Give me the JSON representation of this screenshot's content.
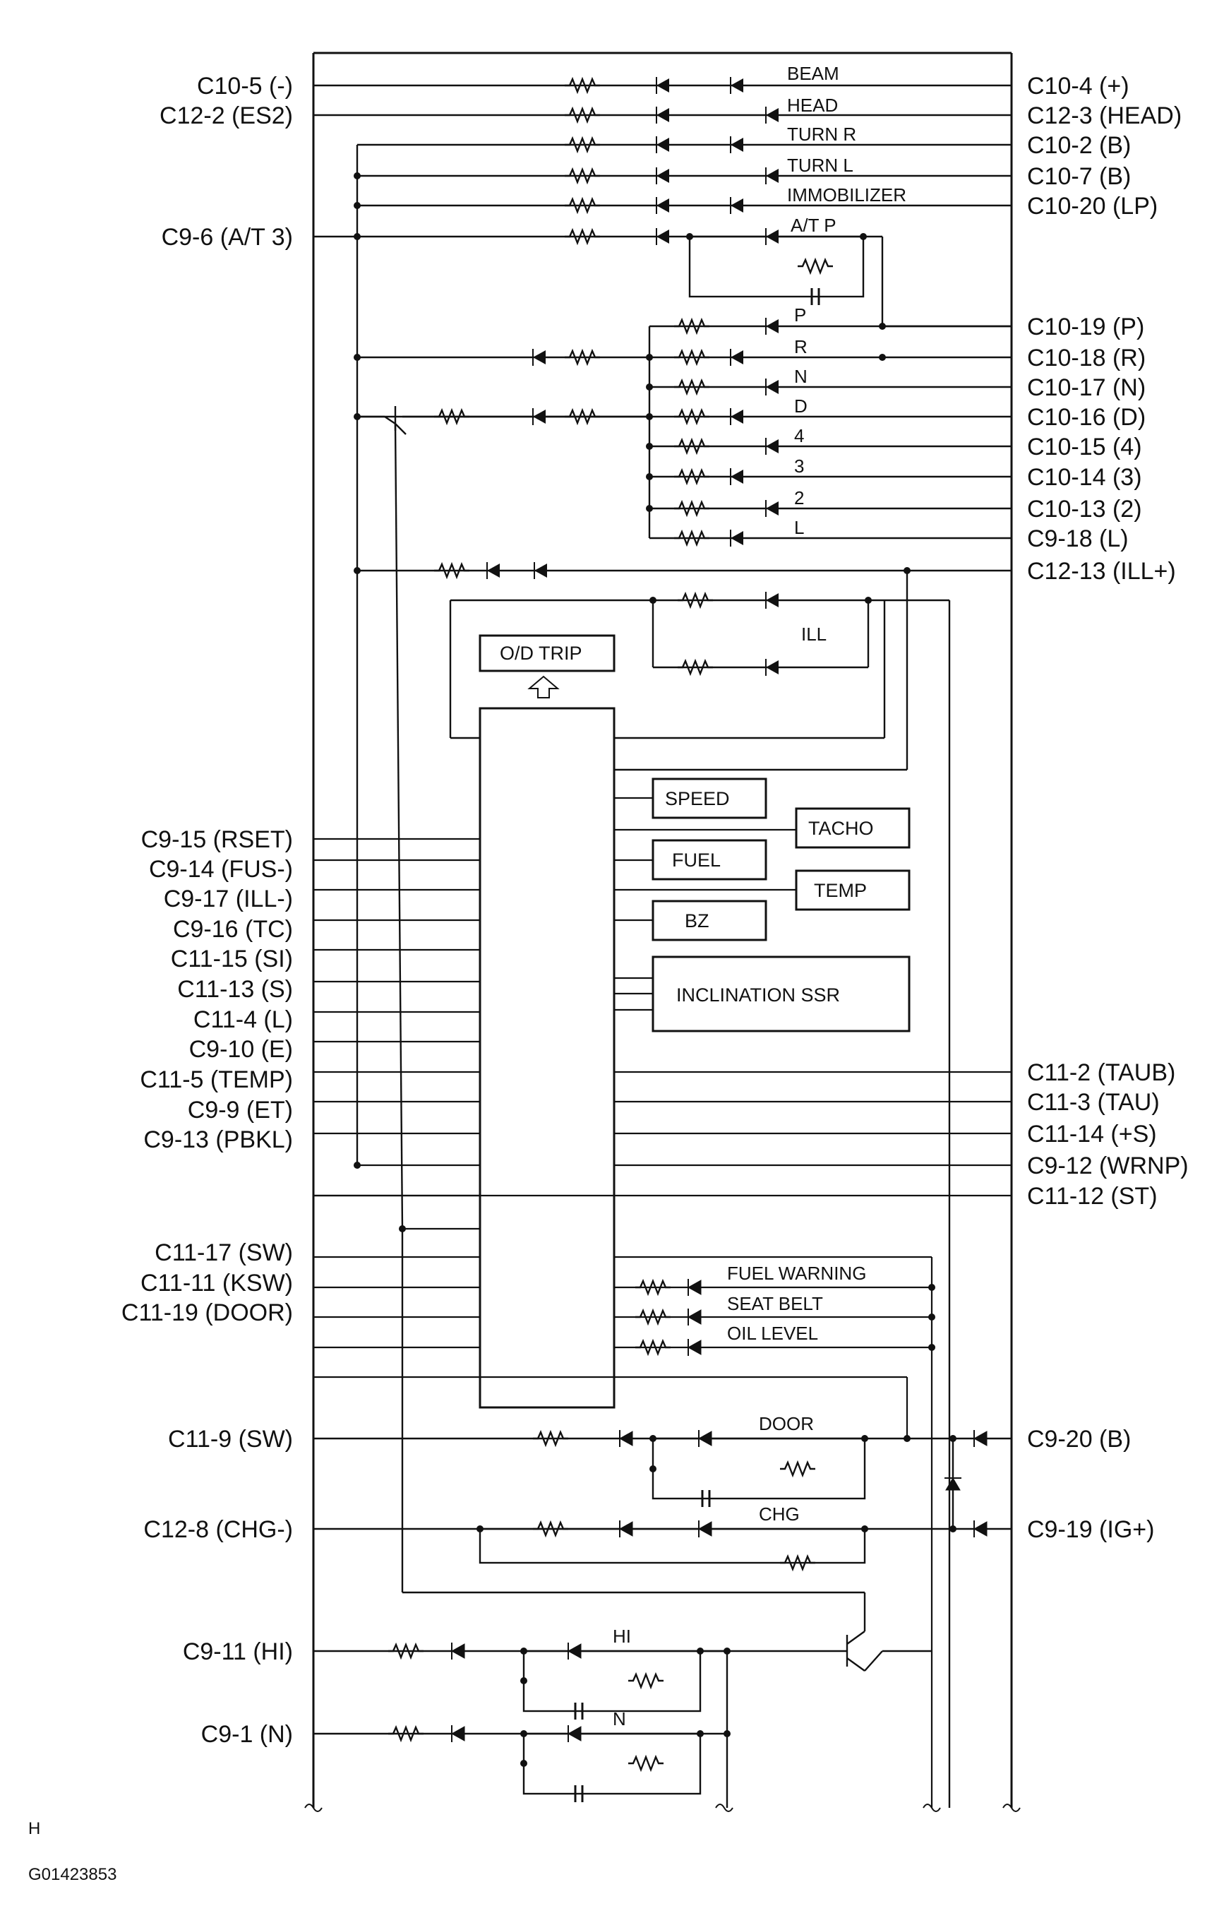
{
  "left_pins": {
    "c10_5": "C10-5 (-)",
    "c12_2": "C12-2 (ES2)",
    "c9_6": "C9-6 (A/T 3)",
    "c9_15": "C9-15 (RSET)",
    "c9_14": "C9-14 (FUS-)",
    "c9_17": "C9-17 (ILL-)",
    "c9_16": "C9-16 (TC)",
    "c11_15": "C11-15 (SI)",
    "c11_13": "C11-13 (S)",
    "c11_4": "C11-4 (L)",
    "c9_10": "C9-10 (E)",
    "c11_5": "C11-5 (TEMP)",
    "c9_9": "C9-9 (ET)",
    "c9_13": "C9-13 (PBKL)",
    "c11_17": "C11-17 (SW)",
    "c11_11": "C11-11 (KSW)",
    "c11_19": "C11-19 (DOOR)",
    "c11_9": "C11-9 (SW)",
    "c12_8": "C12-8 (CHG-)",
    "c9_11": "C9-11 (HI)",
    "c9_1": "C9-1 (N)"
  },
  "right_pins": {
    "c10_4": "C10-4 (+)",
    "c12_3": "C12-3 (HEAD)",
    "c10_2": "C10-2 (B)",
    "c10_7": "C10-7 (B)",
    "c10_20": "C10-20 (LP)",
    "c10_19": "C10-19 (P)",
    "c10_18": "C10-18 (R)",
    "c10_17": "C10-17 (N)",
    "c10_16": "C10-16 (D)",
    "c10_15": "C10-15 (4)",
    "c10_14": "C10-14 (3)",
    "c10_13": "C10-13 (2)",
    "c9_18": "C9-18 (L)",
    "c12_13": "C12-13 (ILL+)",
    "c11_2": "C11-2 (TAUB)",
    "c11_3": "C11-3 (TAU)",
    "c11_14": "C11-14 (+S)",
    "c9_12": "C9-12 (WRNP)",
    "c11_12": "C11-12 (ST)",
    "c9_20": "C9-20 (B)",
    "c9_19": "C9-19 (IG+)"
  },
  "indicators": {
    "beam": "BEAM",
    "head": "HEAD",
    "turn_r": "TURN R",
    "turn_l": "TURN L",
    "immobilizer": "IMMOBILIZER",
    "at_p": "A/T P",
    "p": "P",
    "r": "R",
    "n": "N",
    "d": "D",
    "four": "4",
    "three": "3",
    "two": "2",
    "l": "L",
    "ill": "ILL",
    "fuel_warning": "FUEL WARNING",
    "seat_belt": "SEAT BELT",
    "oil_level": "OIL LEVEL",
    "door": "DOOR",
    "chg": "CHG",
    "hi": "HI",
    "n2": "N"
  },
  "blocks": {
    "od_trip": "O/D TRIP",
    "speed": "SPEED",
    "tacho": "TACHO",
    "fuel": "FUEL",
    "temp": "TEMP",
    "bz": "BZ",
    "inclination": "INCLINATION SSR"
  },
  "footer": {
    "letter": "H",
    "code": "G01423853"
  }
}
